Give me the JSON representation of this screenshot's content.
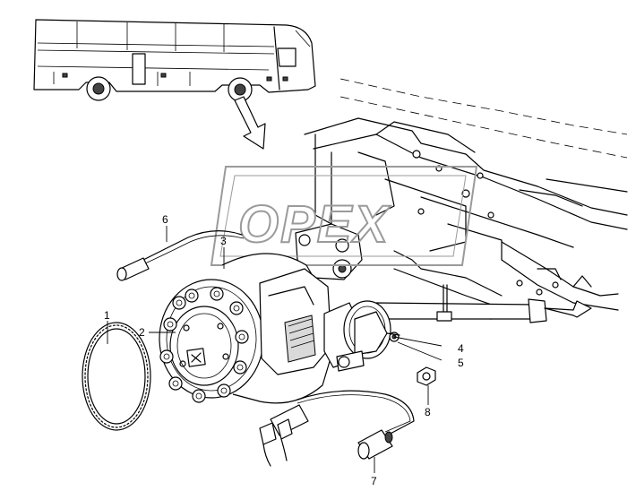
{
  "watermark": {
    "text": "OPEX"
  },
  "callouts": [
    {
      "id": "1",
      "label": "1"
    },
    {
      "id": "2",
      "label": "2"
    },
    {
      "id": "3",
      "label": "3"
    },
    {
      "id": "4",
      "label": "4"
    },
    {
      "id": "5",
      "label": "5"
    },
    {
      "id": "6",
      "label": "6"
    },
    {
      "id": "7",
      "label": "7"
    },
    {
      "id": "8",
      "label": "8"
    }
  ],
  "colors": {
    "line": "#000000",
    "watermark": "#9a9a9a",
    "shade": "#d9d9d9"
  }
}
